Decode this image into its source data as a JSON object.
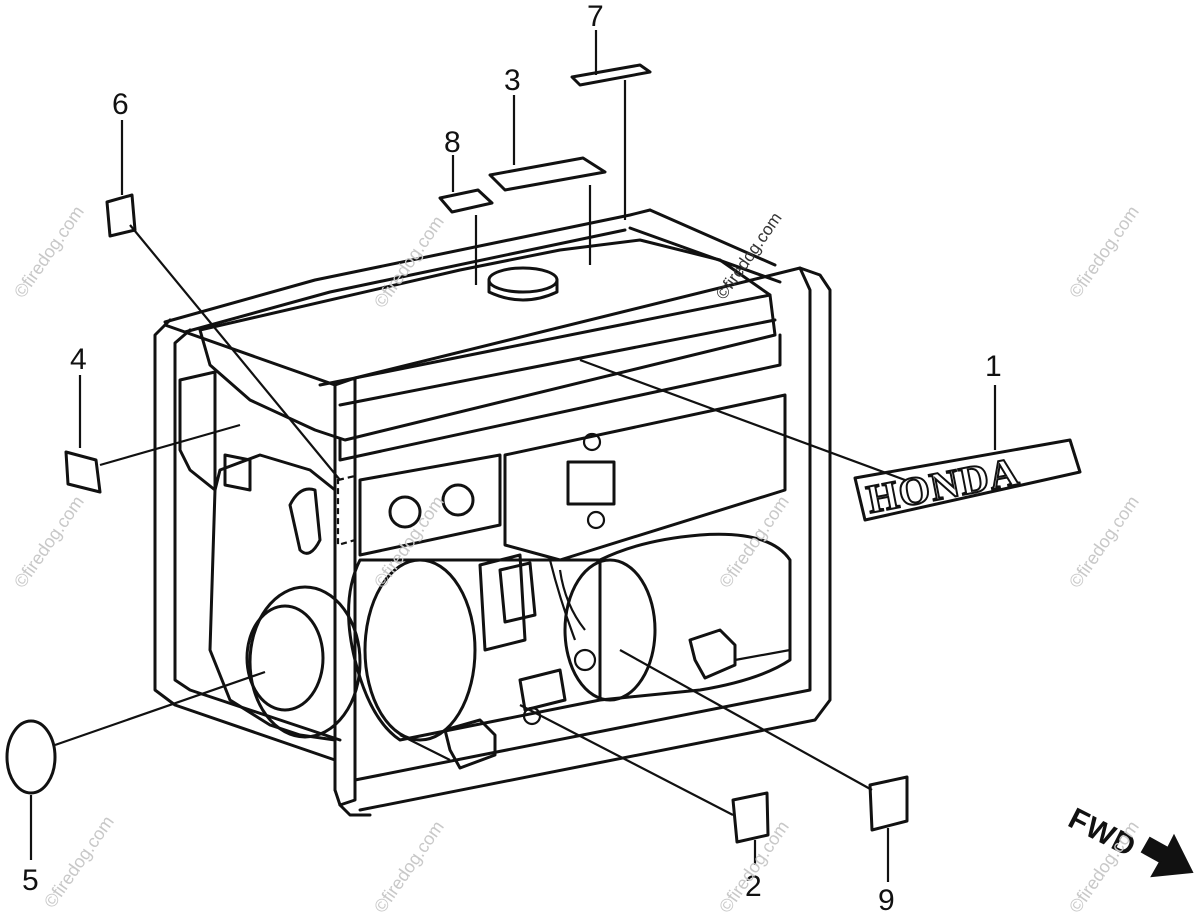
{
  "callouts": [
    "1",
    "2",
    "3",
    "4",
    "5",
    "6",
    "7",
    "8",
    "9"
  ],
  "brand_label": "HONDA",
  "direction_label": "FWD",
  "watermark": "©firedog.com",
  "colors": {
    "line": "#111111",
    "background": "#ffffff",
    "watermark": "#c8c8c8"
  }
}
